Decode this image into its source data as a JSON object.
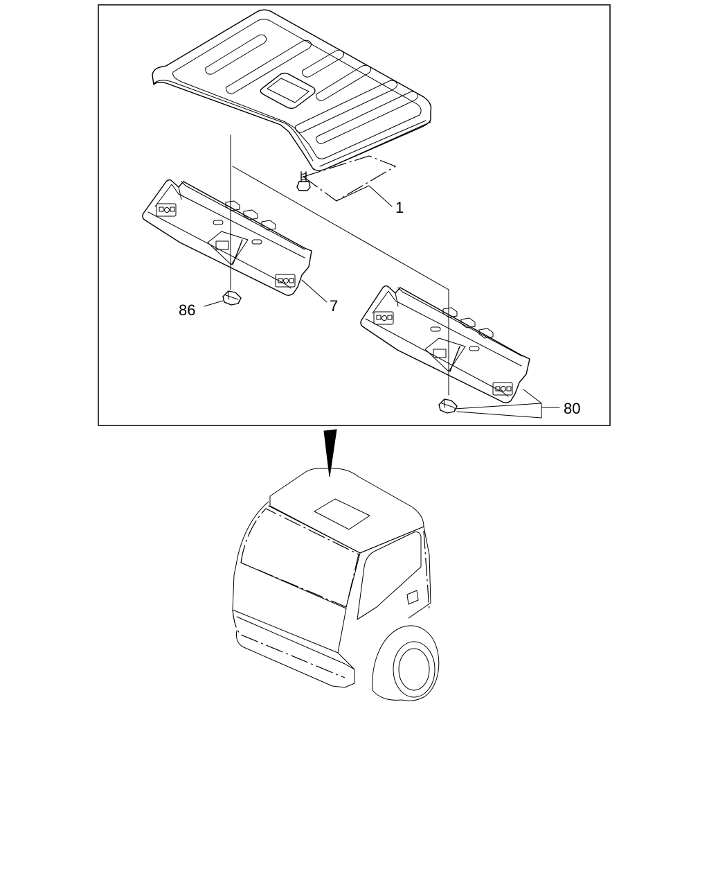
{
  "callouts": {
    "part_1": "1",
    "part_7": "7",
    "part_86": "86",
    "part_80": "80"
  },
  "colors": {
    "line": "#000000",
    "background": "#ffffff"
  }
}
